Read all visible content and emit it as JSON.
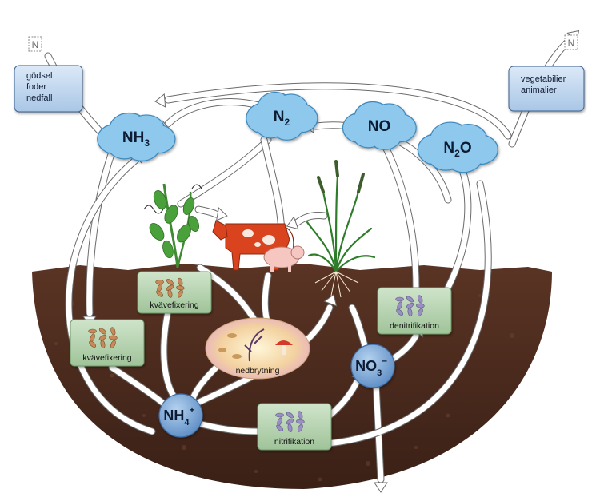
{
  "input_box": {
    "lines": [
      "gödsel",
      "foder",
      "nedfall"
    ]
  },
  "output_box": {
    "lines": [
      "vegetabilier",
      "animalier"
    ]
  },
  "nitrogen_symbol": "N",
  "gases": {
    "nh3": {
      "main": "NH",
      "sub": "3"
    },
    "n2": {
      "main": "N",
      "sub": "2"
    },
    "no": {
      "main": "NO"
    },
    "n2o": {
      "main": "N",
      "sub": "2",
      "end": "O"
    }
  },
  "ions": {
    "nh4": {
      "main": "NH",
      "sub": "4",
      "sup": "+"
    },
    "no3": {
      "main": "NO",
      "sub": "3",
      "sup": "–"
    }
  },
  "processes": {
    "fixation_plant": "kvävefixering",
    "fixation_soil": "kvävefixering",
    "decomposition": "nedbrytning",
    "nitrification": "nitrifikation",
    "denitrification": "denitrifikation"
  },
  "colors": {
    "soil": "#4a2a1c",
    "cloud_fill": "#8ec8ec",
    "cloud_stroke": "#3b88bd",
    "ion_fill": "#6f9fd2",
    "process_fill": "#b9d6b3",
    "process_stroke": "#6f9a69",
    "box_fill": "#c6dcf2",
    "box_stroke": "#3a5f8f",
    "cow": "#d9431e",
    "plant": "#4aa03a"
  }
}
